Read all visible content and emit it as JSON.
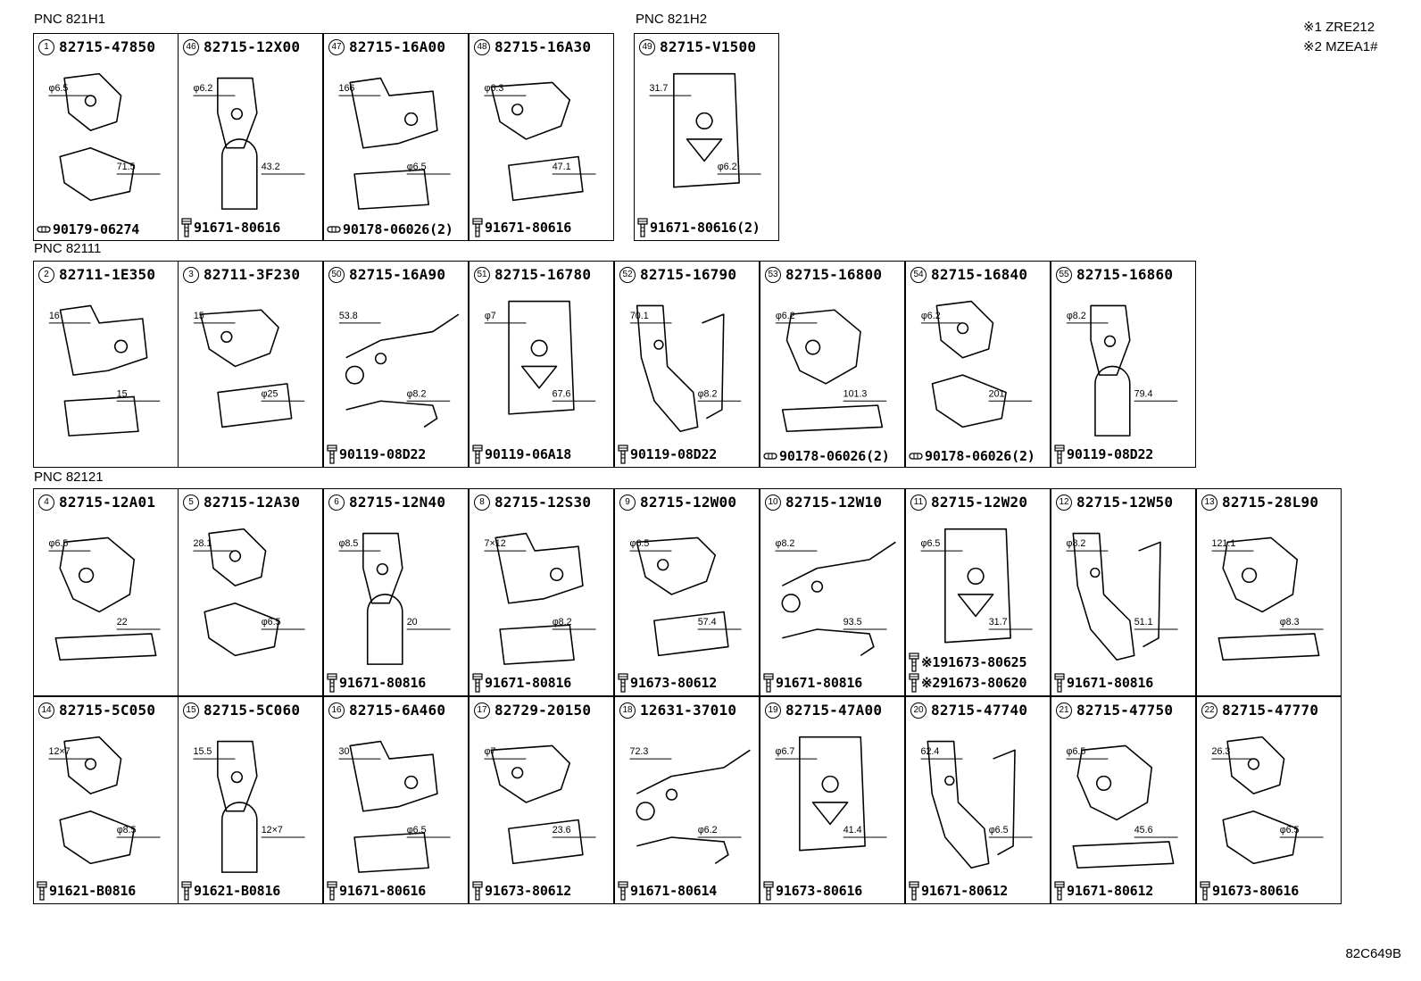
{
  "notes": [
    "※1 ZRE212",
    "※2 MZEA1#"
  ],
  "footer_code": "82C649B",
  "sections": [
    {
      "label": "PNC 821H1",
      "cells": [
        {
          "num": "1",
          "pn": "82715-47850",
          "dims": [
            "φ6.5",
            "71.5"
          ],
          "fasteners": [
            {
              "icon": "nut",
              "pn": "90179-06274"
            }
          ]
        },
        {
          "num": "46",
          "pn": "82715-12X00",
          "dims": [
            "φ6.2",
            "43.2"
          ],
          "fasteners": [
            {
              "icon": "bolt",
              "pn": "91671-80616"
            }
          ]
        },
        {
          "num": "47",
          "pn": "82715-16A00",
          "dims": [
            "166",
            "φ6.5"
          ],
          "fasteners": [
            {
              "icon": "nut",
              "pn": "90178-06026(2)"
            }
          ]
        },
        {
          "num": "48",
          "pn": "82715-16A30",
          "dims": [
            "φ6.3",
            "47.1"
          ],
          "fasteners": [
            {
              "icon": "bolt",
              "pn": "91671-80616"
            }
          ]
        }
      ]
    },
    {
      "label": "PNC 821H2",
      "cells": [
        {
          "num": "49",
          "pn": "82715-V1500",
          "dims": [
            "31.7",
            "φ6.2"
          ],
          "fasteners": [
            {
              "icon": "bolt",
              "pn": "91671-80616(2)"
            }
          ]
        }
      ]
    },
    {
      "label": "PNC 82111",
      "cells": [
        {
          "num": "2",
          "pn": "82711-1E350",
          "dims": [
            "16",
            "15"
          ],
          "fasteners": []
        },
        {
          "num": "3",
          "pn": "82711-3F230",
          "dims": [
            "15",
            "φ25"
          ],
          "fasteners": []
        },
        {
          "num": "50",
          "pn": "82715-16A90",
          "dims": [
            "53.8",
            "φ8.2"
          ],
          "fasteners": [
            {
              "icon": "bolt",
              "pn": "90119-08D22"
            }
          ]
        },
        {
          "num": "51",
          "pn": "82715-16780",
          "dims": [
            "φ7",
            "67.6"
          ],
          "fasteners": [
            {
              "icon": "bolt",
              "pn": "90119-06A18"
            }
          ]
        },
        {
          "num": "52",
          "pn": "82715-16790",
          "dims": [
            "70.1",
            "φ8.2"
          ],
          "fasteners": [
            {
              "icon": "bolt",
              "pn": "90119-08D22"
            }
          ]
        },
        {
          "num": "53",
          "pn": "82715-16800",
          "dims": [
            "φ6.2",
            "101.3"
          ],
          "fasteners": [
            {
              "icon": "nut",
              "pn": "90178-06026(2)"
            }
          ]
        },
        {
          "num": "54",
          "pn": "82715-16840",
          "dims": [
            "φ6.2",
            "201"
          ],
          "fasteners": [
            {
              "icon": "nut",
              "pn": "90178-06026(2)"
            }
          ]
        },
        {
          "num": "55",
          "pn": "82715-16860",
          "dims": [
            "φ8.2",
            "79.4"
          ],
          "fasteners": [
            {
              "icon": "bolt",
              "pn": "90119-08D22"
            }
          ]
        }
      ]
    },
    {
      "label": "PNC 82121",
      "cells": [
        {
          "num": "4",
          "pn": "82715-12A01",
          "dims": [
            "φ6.5",
            "22"
          ],
          "fasteners": []
        },
        {
          "num": "5",
          "pn": "82715-12A30",
          "dims": [
            "28.1",
            "φ6.5"
          ],
          "fasteners": []
        },
        {
          "num": "6",
          "pn": "82715-12N40",
          "dims": [
            "φ8.5",
            "20"
          ],
          "fasteners": [
            {
              "icon": "bolt",
              "pn": "91671-80816"
            }
          ]
        },
        {
          "num": "8",
          "pn": "82715-12S30",
          "dims": [
            "7×12",
            "φ8.2"
          ],
          "fasteners": [
            {
              "icon": "bolt",
              "pn": "91671-80816"
            }
          ]
        },
        {
          "num": "9",
          "pn": "82715-12W00",
          "dims": [
            "φ6.5",
            "57.4"
          ],
          "fasteners": [
            {
              "icon": "bolt",
              "pn": "91673-80612"
            }
          ]
        },
        {
          "num": "10",
          "pn": "82715-12W10",
          "dims": [
            "φ8.2",
            "93.5"
          ],
          "fasteners": [
            {
              "icon": "bolt",
              "pn": "91671-80816"
            }
          ]
        },
        {
          "num": "11",
          "pn": "82715-12W20",
          "dims": [
            "φ6.5",
            "31.7"
          ],
          "fasteners": [
            {
              "icon": "bolt",
              "pn": "※191673-80625"
            },
            {
              "icon": "bolt",
              "pn": "※291673-80620"
            }
          ]
        },
        {
          "num": "12",
          "pn": "82715-12W50",
          "dims": [
            "φ8.2",
            "51.1"
          ],
          "fasteners": [
            {
              "icon": "bolt",
              "pn": "91671-80816"
            }
          ]
        },
        {
          "num": "13",
          "pn": "82715-28L90",
          "dims": [
            "121.1",
            "φ8.3"
          ],
          "fasteners": []
        },
        {
          "num": "14",
          "pn": "82715-5C050",
          "dims": [
            "12×7",
            "φ8.5"
          ],
          "fasteners": [
            {
              "icon": "bolt",
              "pn": "91621-B0816"
            }
          ]
        },
        {
          "num": "15",
          "pn": "82715-5C060",
          "dims": [
            "15.5",
            "12×7"
          ],
          "fasteners": [
            {
              "icon": "bolt",
              "pn": "91621-B0816"
            }
          ]
        },
        {
          "num": "16",
          "pn": "82715-6A460",
          "dims": [
            "30",
            "φ6.5"
          ],
          "fasteners": [
            {
              "icon": "bolt",
              "pn": "91671-80616"
            }
          ]
        },
        {
          "num": "17",
          "pn": "82729-20150",
          "dims": [
            "φ7",
            "23.6"
          ],
          "fasteners": [
            {
              "icon": "bolt",
              "pn": "91673-80612"
            }
          ]
        },
        {
          "num": "18",
          "pn": "12631-37010",
          "dims": [
            "72.3",
            "φ6.2"
          ],
          "fasteners": [
            {
              "icon": "bolt",
              "pn": "91671-80614"
            }
          ]
        },
        {
          "num": "19",
          "pn": "82715-47A00",
          "dims": [
            "φ6.7",
            "41.4"
          ],
          "fasteners": [
            {
              "icon": "bolt",
              "pn": "91673-80616"
            }
          ]
        },
        {
          "num": "20",
          "pn": "82715-47740",
          "dims": [
            "62.4",
            "φ6.5"
          ],
          "fasteners": [
            {
              "icon": "bolt",
              "pn": "91671-80612"
            }
          ]
        },
        {
          "num": "21",
          "pn": "82715-47750",
          "dims": [
            "φ6.5",
            "45.6"
          ],
          "fasteners": [
            {
              "icon": "bolt",
              "pn": "91671-80612"
            }
          ]
        },
        {
          "num": "22",
          "pn": "82715-47770",
          "dims": [
            "26.3",
            "φ6.5"
          ],
          "fasteners": [
            {
              "icon": "bolt",
              "pn": "91673-80616"
            }
          ]
        }
      ]
    }
  ]
}
